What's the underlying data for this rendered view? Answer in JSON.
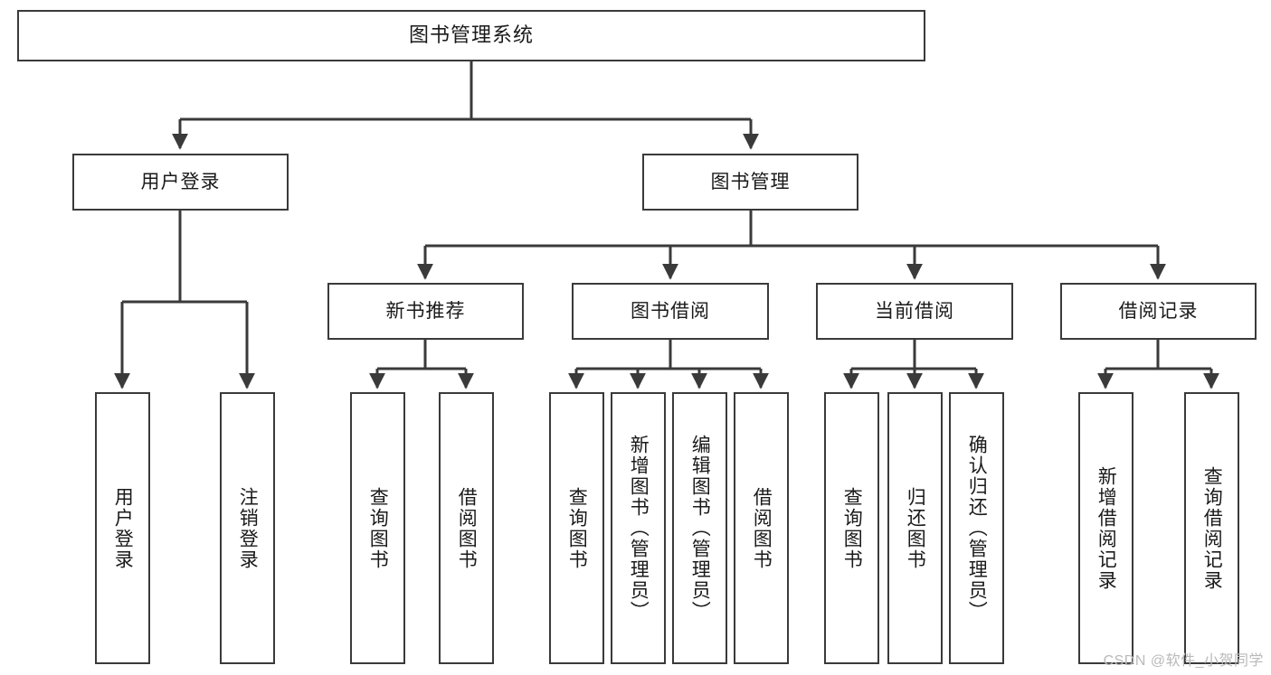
{
  "diagram": {
    "type": "tree-hierarchy",
    "title": "图书管理系统",
    "watermark": "CSDN @软件_小贺同学",
    "colors": {
      "box_border": "#3a3a3a",
      "box_fill": "#ffffff",
      "edge": "#3a3a3a",
      "text": "#1a1a1a",
      "watermark": "#b9b9b9",
      "background": "#ffffff"
    },
    "nodes": {
      "root": {
        "label": "图书管理系统"
      },
      "level2": [
        {
          "label": "用户登录"
        },
        {
          "label": "图书管理"
        }
      ],
      "level3": [
        {
          "label": "新书推荐"
        },
        {
          "label": "图书借阅"
        },
        {
          "label": "当前借阅"
        },
        {
          "label": "借阅记录"
        }
      ],
      "leaves_user_login": [
        {
          "label": "用户登录"
        },
        {
          "label": "注销登录"
        }
      ],
      "leaves_new_books": [
        {
          "label": "查询图书"
        },
        {
          "label": "借阅图书"
        }
      ],
      "leaves_borrow": [
        {
          "label": "查询图书"
        },
        {
          "label": "新增图书（管理员）"
        },
        {
          "label": "编辑图书（管理员）"
        },
        {
          "label": "借阅图书"
        }
      ],
      "leaves_current": [
        {
          "label": "查询图书"
        },
        {
          "label": "归还图书"
        },
        {
          "label": "确认归还（管理员）"
        }
      ],
      "leaves_records": [
        {
          "label": "新增借阅记录"
        },
        {
          "label": "查询借阅记录"
        }
      ]
    }
  }
}
